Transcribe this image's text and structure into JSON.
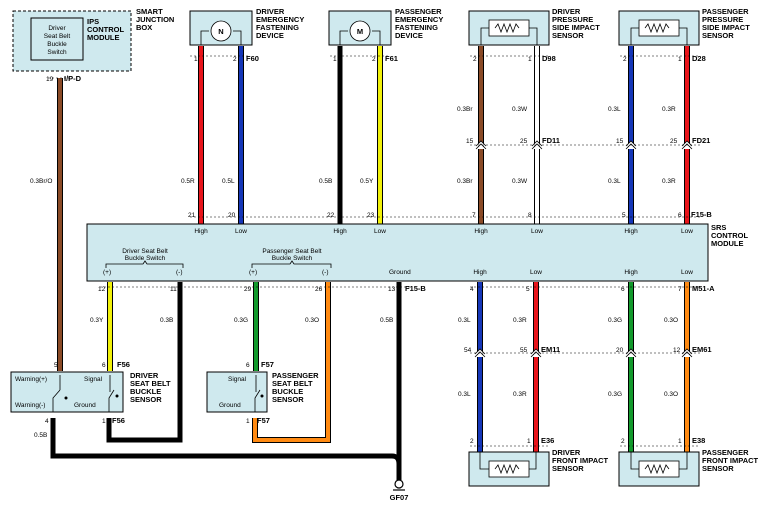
{
  "title": "",
  "colors": {
    "red": "#e8151b",
    "blue": "#1536b8",
    "black": "#000000",
    "yellow": "#f2f20a",
    "brown": "#8a4a26",
    "white": "#ffffff",
    "green": "#129a2c",
    "orange": "#ff8a12",
    "module_fill": "#cfe9ee"
  },
  "components": {
    "sjb": {
      "name_lines": [
        "SMART",
        "JUNCTION",
        "BOX"
      ],
      "inner_lines": [
        "IPS",
        "CONTROL",
        "MODULE"
      ],
      "switch_lines": [
        "Driver",
        "Seat Belt",
        "Buckle",
        "Switch"
      ],
      "pin": "19",
      "connector": "I/P-D",
      "wire": "0.3Br/O"
    },
    "drv_fasten": {
      "name_lines": [
        "DRIVER",
        "EMERGENCY",
        "FASTENING",
        "DEVICE"
      ],
      "symbol": "N",
      "pins": [
        "1",
        "2"
      ],
      "connector": "F60",
      "wires": [
        "0.5R",
        "0.5L"
      ]
    },
    "pass_fasten": {
      "name_lines": [
        "PASSENGER",
        "EMERGENCY",
        "FASTENING",
        "DEVICE"
      ],
      "symbol": "M",
      "pins": [
        "1",
        "2"
      ],
      "connector": "F61",
      "wires": [
        "0.5B",
        "0.5Y"
      ]
    },
    "drv_side": {
      "name_lines": [
        "DRIVER",
        "PRESSURE",
        "SIDE IMPACT",
        "SENSOR"
      ],
      "pins": [
        "2",
        "1"
      ],
      "connector": "D98",
      "wires_top": [
        "0.3Br",
        "0.3W"
      ],
      "mid_pins": [
        "15",
        "25"
      ],
      "mid_connector": "FD11",
      "wires_bottom": [
        "0.3Br",
        "0.3W"
      ]
    },
    "pass_side": {
      "name_lines": [
        "PASSENGER",
        "PRESSURE",
        "SIDE IMPACT",
        "SENSOR"
      ],
      "pins": [
        "2",
        "1"
      ],
      "connector": "D28",
      "wires_top": [
        "0.3L",
        "0.3R"
      ],
      "mid_pins": [
        "15",
        "25"
      ],
      "mid_connector": "FD21",
      "wires_bottom": [
        "0.3L",
        "0.3R"
      ]
    },
    "srs": {
      "name_lines": [
        "SRS",
        "CONTROL",
        "MODULE"
      ],
      "top_pins": [
        "21",
        "20",
        "22",
        "23",
        "7",
        "8",
        "5",
        "6"
      ],
      "top_connector": "F15-B",
      "top_labels": [
        "High",
        "Low",
        "High",
        "Low",
        "High",
        "Low",
        "High",
        "Low"
      ],
      "drv_switch_lines": [
        "Driver Seat Belt",
        "Buckle Switch"
      ],
      "pass_switch_lines": [
        "Passenger Seat Belt",
        "Buckle Switch"
      ],
      "plus": "(+)",
      "minus": "(-)",
      "ground": "Ground",
      "bottom_labels": [
        "High",
        "Low",
        "High",
        "Low"
      ],
      "bottom_left_pins": [
        "12",
        "11",
        "29",
        "26",
        "13"
      ],
      "bottom_left_connector": "F15-B",
      "bottom_right_pins": [
        "4",
        "5",
        "6",
        "7"
      ],
      "bottom_right_connector": "M51-A"
    },
    "drv_buckle": {
      "name_lines": [
        "DRIVER",
        "SEAT BELT",
        "BUCKLE",
        "SENSOR"
      ],
      "labels": [
        "Warning(+)",
        "Signal",
        "Warning(-)",
        "Ground"
      ],
      "top_pins": [
        "5",
        "6"
      ],
      "top_connector": "F56",
      "bottom_pins": [
        "4",
        "1"
      ],
      "bottom_connector": "F56",
      "wires": [
        "0.3Y",
        "0.3B",
        "0.5B"
      ]
    },
    "pass_buckle": {
      "name_lines": [
        "PASSENGER",
        "SEAT BELT",
        "BUCKLE",
        "SENSOR"
      ],
      "labels": [
        "Signal",
        "Ground"
      ],
      "top_pin": "6",
      "top_connector": "F57",
      "bottom_pin": "1",
      "bottom_connector": "F57",
      "wires": [
        "0.3G",
        "0.3O",
        "0.5B"
      ]
    },
    "drv_front": {
      "name_lines": [
        "DRIVER",
        "FRONT IMPACT",
        "SENSOR"
      ],
      "pins": [
        "2",
        "1"
      ],
      "connector": "E36",
      "wires_top": [
        "0.3L",
        "0.3R"
      ],
      "mid_pins": [
        "54",
        "55"
      ],
      "mid_connector": "EM11",
      "wires_bottom": [
        "0.3L",
        "0.3R"
      ]
    },
    "pass_front": {
      "name_lines": [
        "PASSENGER",
        "FRONT IMPACT",
        "SENSOR"
      ],
      "pins": [
        "2",
        "1"
      ],
      "connector": "E38",
      "wires_top": [
        "0.3G",
        "0.3O"
      ],
      "mid_pins": [
        "20",
        "12"
      ],
      "mid_connector": "EM61",
      "wires_bottom": [
        "0.3G",
        "0.3O"
      ]
    },
    "ground": {
      "label": "GF07"
    }
  }
}
